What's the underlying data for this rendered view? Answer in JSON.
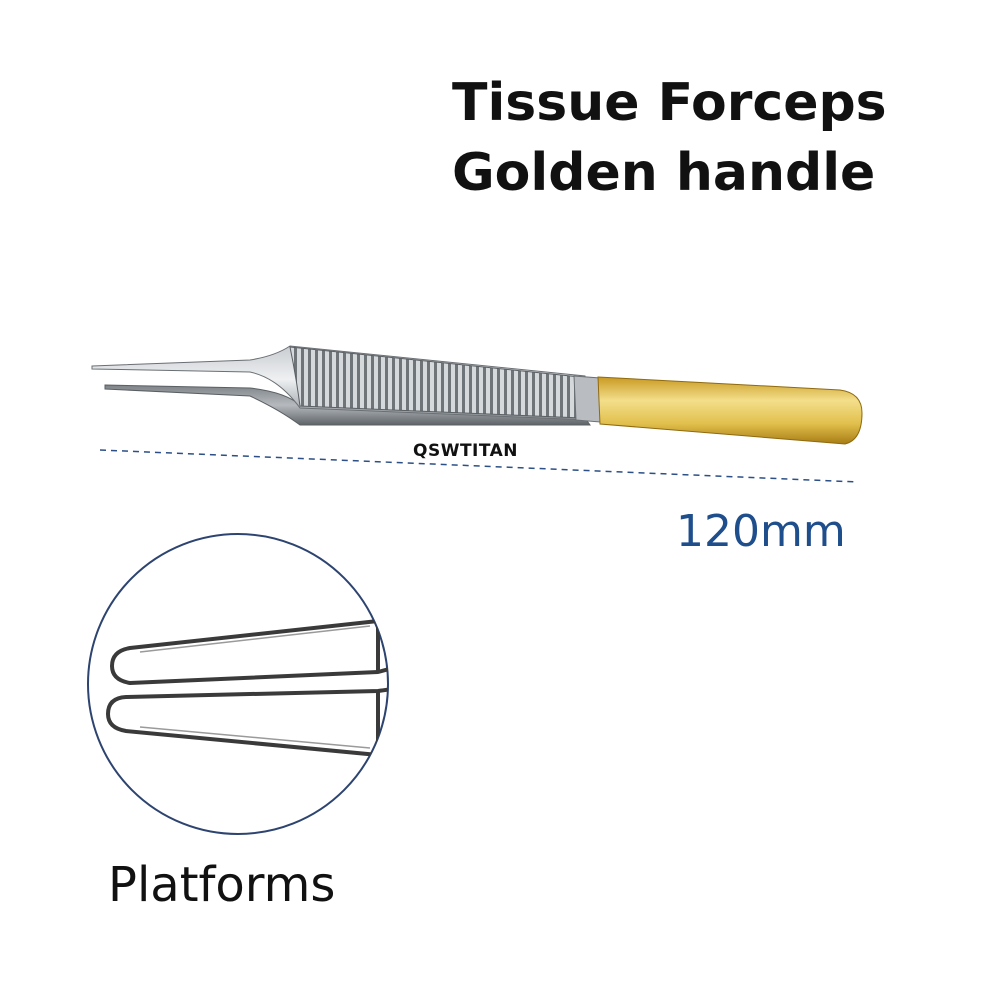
{
  "title": {
    "line1": "Tissue Forceps",
    "line2": "Golden handle"
  },
  "watermark": "QSWTITAN",
  "length_label": "120mm",
  "detail": {
    "label": "Platforms"
  },
  "colors": {
    "title_text": "#111111",
    "length_text": "#1f4e8c",
    "dashed_line": "#2b4f86",
    "steel": "#9ea3a8",
    "gold": "#d9b23a",
    "circle_border": "#2d4470"
  }
}
